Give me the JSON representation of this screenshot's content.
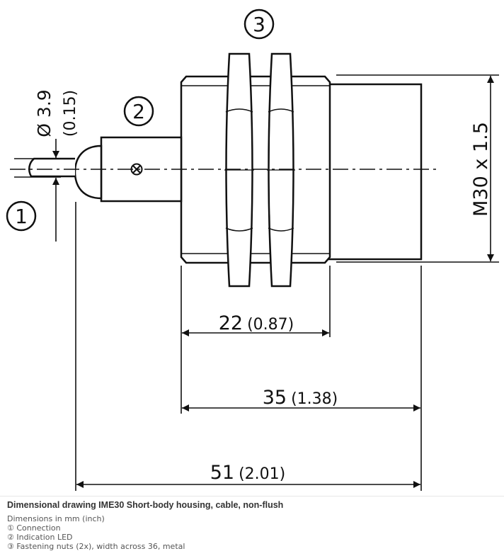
{
  "drawing": {
    "callouts": {
      "c1": "1",
      "c2": "2",
      "c3": "3"
    },
    "dim_22": {
      "main": "22",
      "sub": "(0.87)"
    },
    "dim_35": {
      "main": "35",
      "sub": "(1.38)"
    },
    "dim_51": {
      "main": "51",
      "sub": "(2.01)"
    },
    "cable_dia": {
      "main": "Ø 3.9",
      "sub": "(0.15)"
    },
    "thread": "M30 x 1.5"
  },
  "caption": {
    "title": "Dimensional drawing IME30 Short-body housing, cable, non-flush",
    "units": "Dimensions in mm (inch)",
    "items": [
      "① Connection",
      "② Indication LED",
      "③ Fastening nuts (2x), width across 36, metal"
    ]
  }
}
